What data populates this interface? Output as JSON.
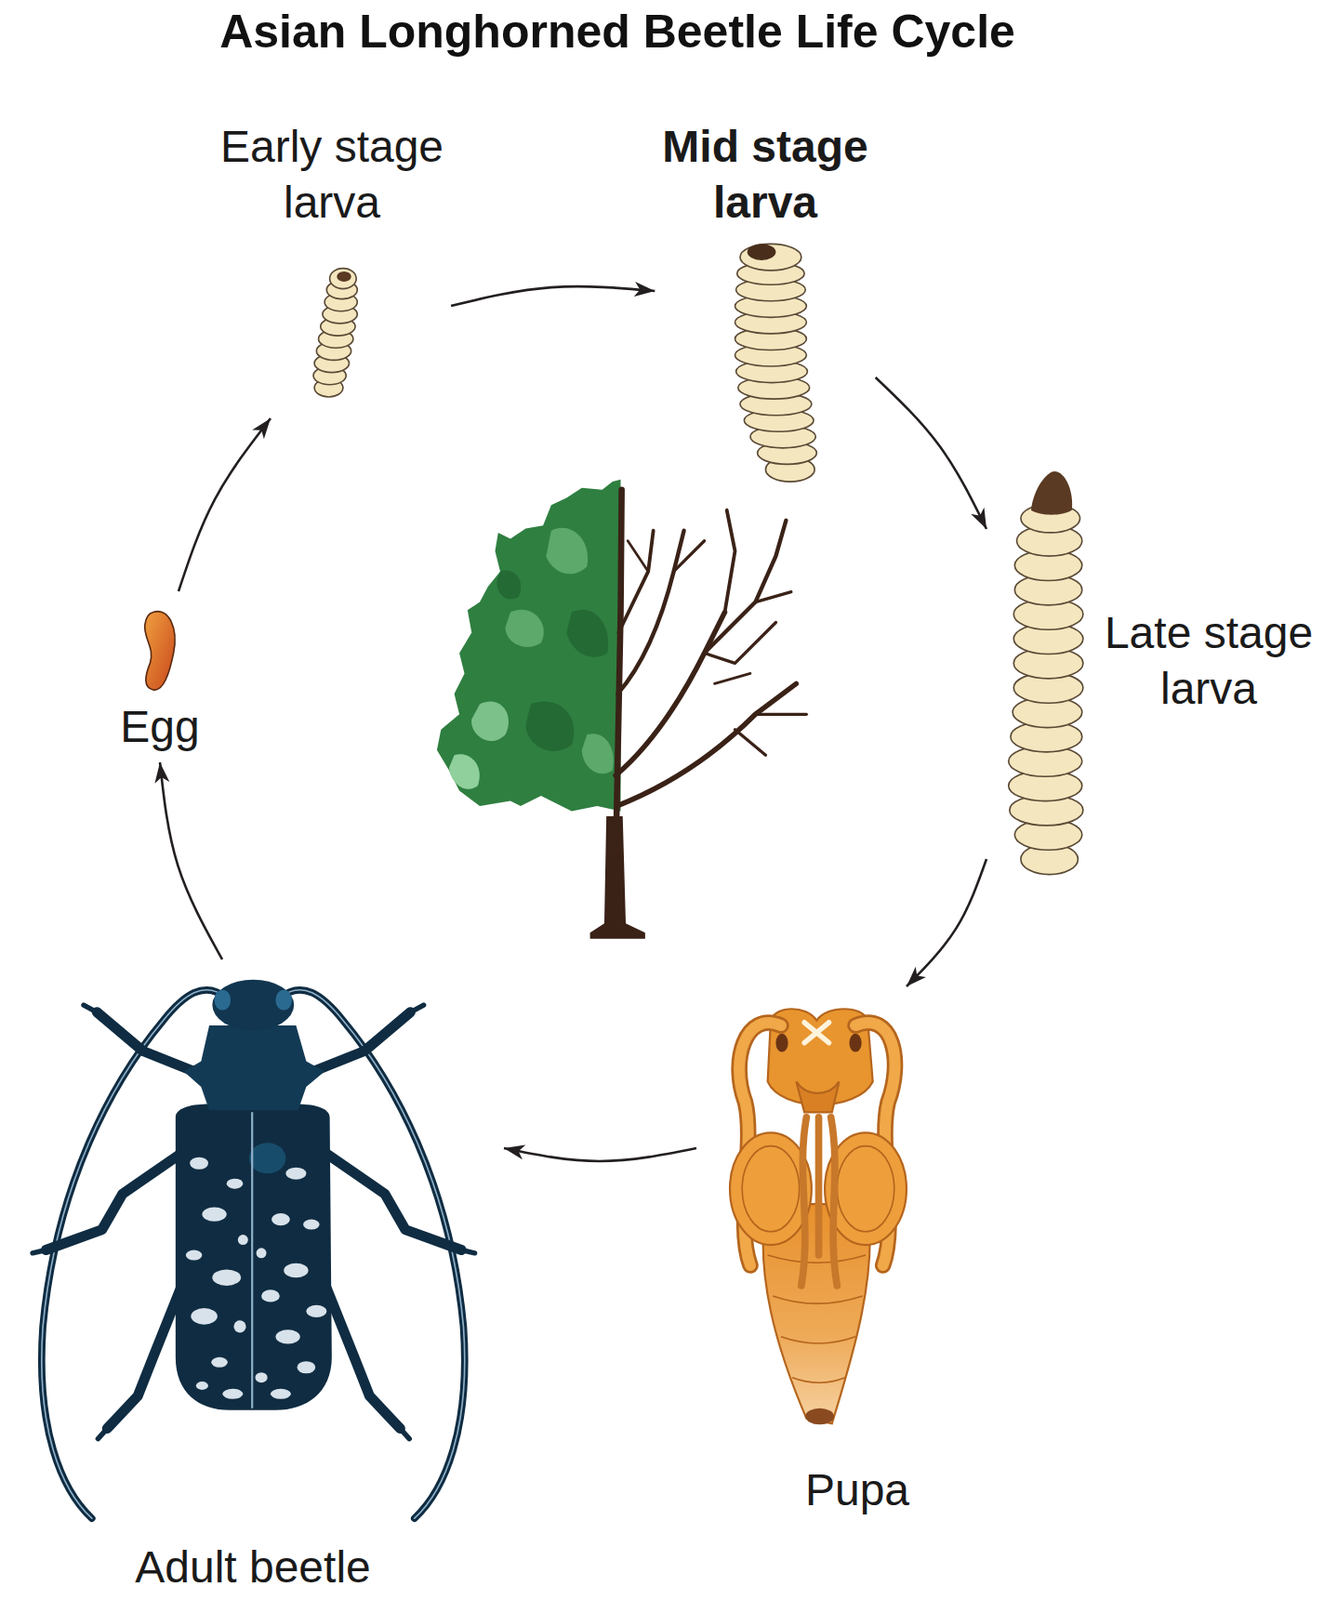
{
  "diagram": {
    "title": "Asian Longhorned Beetle Life Cycle",
    "nodes": [
      {
        "text": [
          "Early stage larva"
        ]
      },
      {
        "text": [
          "Mid stage larva"
        ]
      },
      {
        "text": [
          "Late stage larva"
        ]
      },
      {
        "text": [
          "Pupa"
        ]
      },
      {
        "text": [
          "Adult beetle"
        ]
      },
      {
        "text": [
          "Egg"
        ]
      }
    ],
    "edges": [
      {
        "from": 0,
        "to": 1,
        "arrow": "to"
      },
      {
        "from": 1,
        "to": 2,
        "arrow": "to"
      },
      {
        "from": 2,
        "to": 3,
        "arrow": "to"
      },
      {
        "from": 3,
        "to": 4,
        "arrow": "to"
      },
      {
        "from": 4,
        "to": 5,
        "arrow": "to"
      },
      {
        "from": 5,
        "to": 0,
        "arrow": "to"
      }
    ]
  }
}
